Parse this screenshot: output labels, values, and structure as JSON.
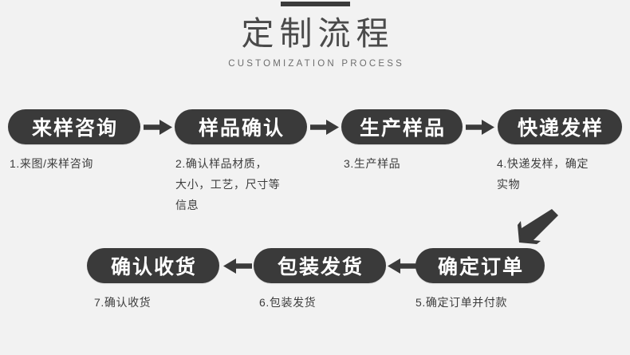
{
  "header": {
    "rule": "decorative-bar",
    "title": "定制流程",
    "subtitle": "CUSTOMIZATION PROCESS"
  },
  "colors": {
    "background": "#f2f2f2",
    "pill": "#3a3a3a",
    "pill_text": "#ffffff",
    "title_text": "#4a4a4a",
    "subtitle_text": "#6e6e6e",
    "caption_text": "#3d3d3d",
    "arrow": "#3a3a3a",
    "rule": "#3b3b3b"
  },
  "row1": {
    "steps": [
      {
        "label": "来样咨询",
        "caption": "1.来图/来样咨询"
      },
      {
        "label": "样品确认",
        "caption": "2.确认样品材质，\n大小，工艺，尺寸等\n信息"
      },
      {
        "label": "生产样品",
        "caption": "3.生产样品"
      },
      {
        "label": "快递发样",
        "caption": "4.快递发样，确定\n实物"
      }
    ],
    "connector": "arrow-right"
  },
  "row_connector": {
    "icon": "arrow-down-left-icon"
  },
  "row2": {
    "steps": [
      {
        "label": "确认收货",
        "caption": "7.确认收货"
      },
      {
        "label": "包装发货",
        "caption": "6.包装发货"
      },
      {
        "label": "确定订单",
        "caption": "5.确定订单并付款"
      }
    ],
    "connector": "arrow-left"
  }
}
